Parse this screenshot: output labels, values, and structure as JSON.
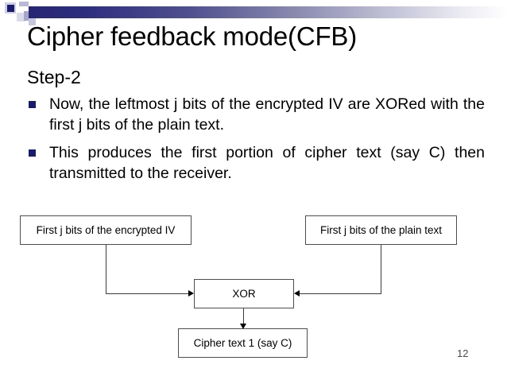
{
  "slide": {
    "title": "Cipher feedback mode(CFB)",
    "step_label": "Step-2",
    "page_number": "12",
    "accent_color": "#1a1a6e",
    "gradient_from": "#262673",
    "gradient_to": "#ffffff"
  },
  "bullets": [
    {
      "marker": "square-bullet",
      "text": "Now, the leftmost j bits of the encrypted IV are XORed with the first j bits of the plain text."
    },
    {
      "marker": "square-bullet",
      "text": "This produces the first portion of cipher text (say C) then transmitted to the receiver."
    }
  ],
  "diagram": {
    "boxes": [
      {
        "id": "encrypted-iv",
        "label": "First j bits of the encrypted IV"
      },
      {
        "id": "plain-text",
        "label": "First j bits of the plain text"
      },
      {
        "id": "xor",
        "label": "XOR"
      },
      {
        "id": "cipher-text",
        "label": "Cipher text 1 (say C)"
      }
    ],
    "connectors": [
      {
        "from": "encrypted-iv",
        "to": "xor",
        "arrow": "right"
      },
      {
        "from": "plain-text",
        "to": "xor",
        "arrow": "left"
      },
      {
        "from": "xor",
        "to": "cipher-text",
        "arrow": "down"
      }
    ]
  }
}
